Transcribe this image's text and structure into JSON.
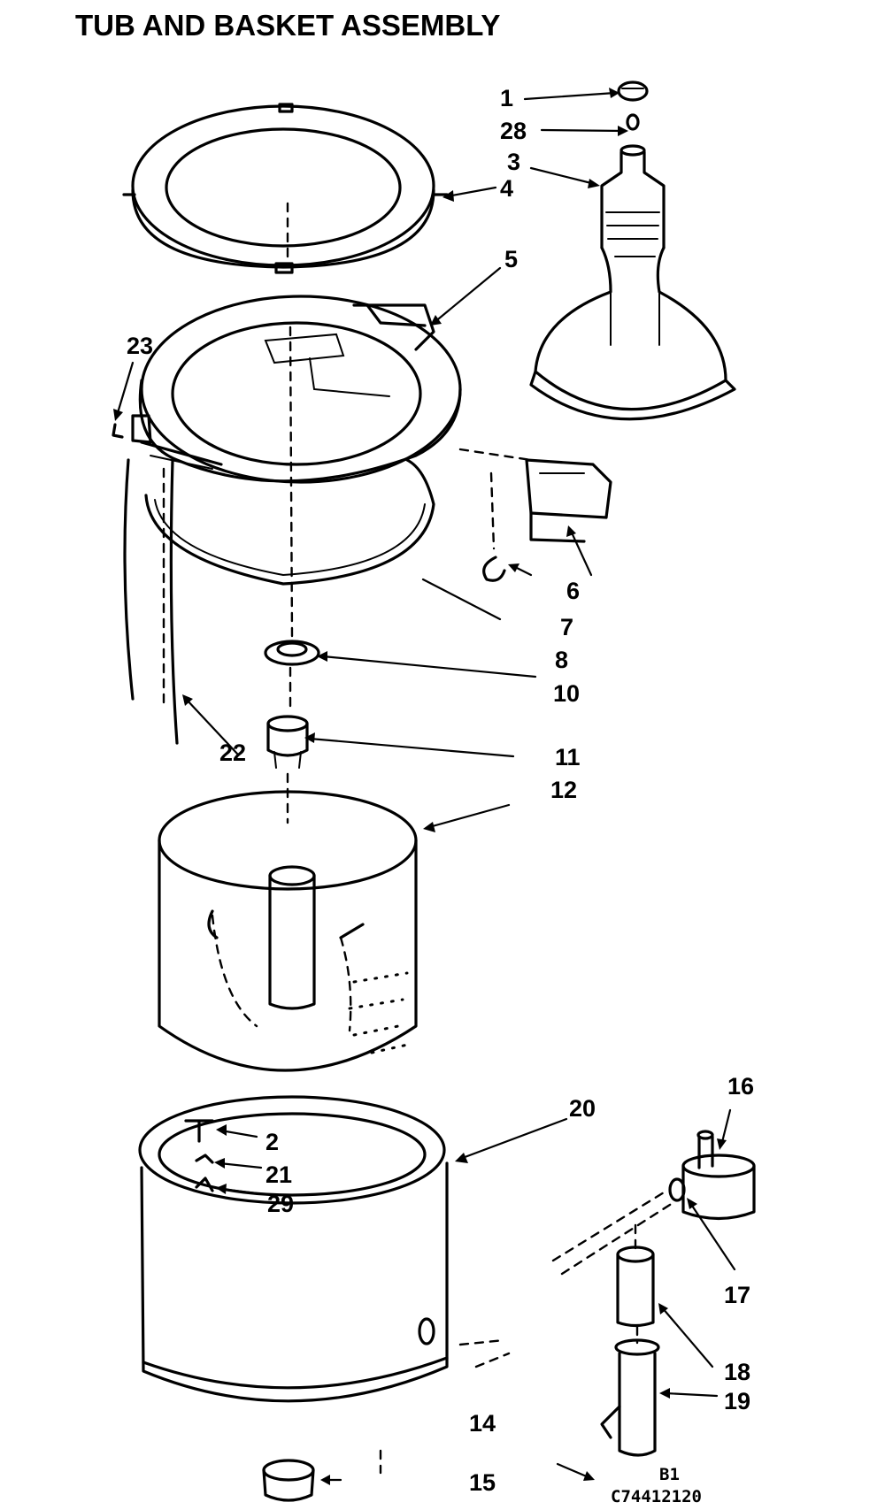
{
  "title": "TUB AND BASKET ASSEMBLY",
  "callouts": {
    "c1": "1",
    "c28": "28",
    "c3": "3",
    "c4": "4",
    "c5": "5",
    "c23": "23",
    "c6": "6",
    "c7": "7",
    "c8": "8",
    "c10": "10",
    "c22": "22",
    "c11": "11",
    "c12": "12",
    "c20": "20",
    "c2": "2",
    "c21": "21",
    "c29": "29",
    "c16": "16",
    "c17": "17",
    "c18": "18",
    "c19": "19",
    "c14": "14",
    "c15": "15"
  },
  "footer": {
    "sheet": "B1",
    "code": "C74412120"
  }
}
